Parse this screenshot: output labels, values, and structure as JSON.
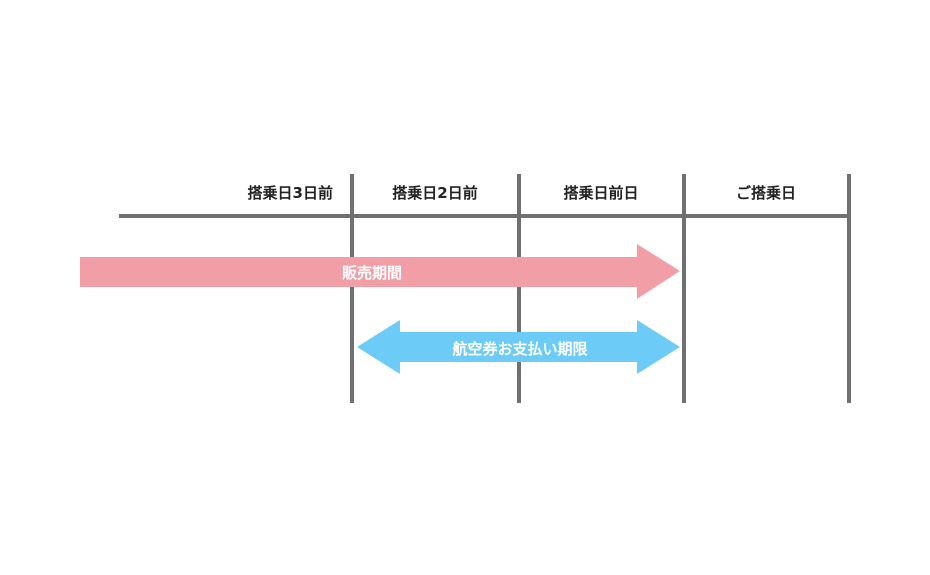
{
  "columns": [
    "搭乗日3日前",
    "搭乗日2日前",
    "搭乗日前日",
    "ご搭乗日"
  ],
  "arrows": {
    "sales_period": {
      "label": "販売期間",
      "color": "#f29ea6"
    },
    "payment_deadline": {
      "label": "航空券お支払い期限",
      "color": "#6ccbf7"
    }
  },
  "line_color": "#707070"
}
